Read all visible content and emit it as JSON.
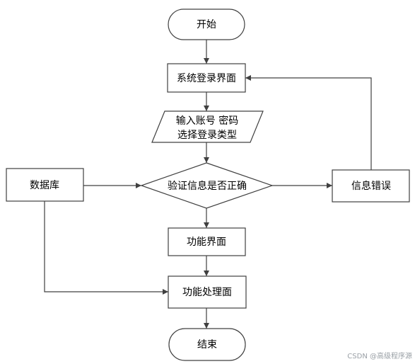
{
  "flowchart": {
    "nodes": {
      "start": "开始",
      "login_page": "系统登录界面",
      "input_line1": "输入账号 密码",
      "input_line2": "选择登录类型",
      "verify": "验证信息是否正确",
      "database": "数据库",
      "error": "信息错误",
      "function_page": "功能界面",
      "function_process": "功能处理面",
      "end": "结束"
    }
  },
  "watermark": "CSDN @高级程序源",
  "colors": {
    "stroke": "#404040",
    "text": "#000000",
    "background": "#ffffff",
    "watermark": "#9aa0a6"
  }
}
